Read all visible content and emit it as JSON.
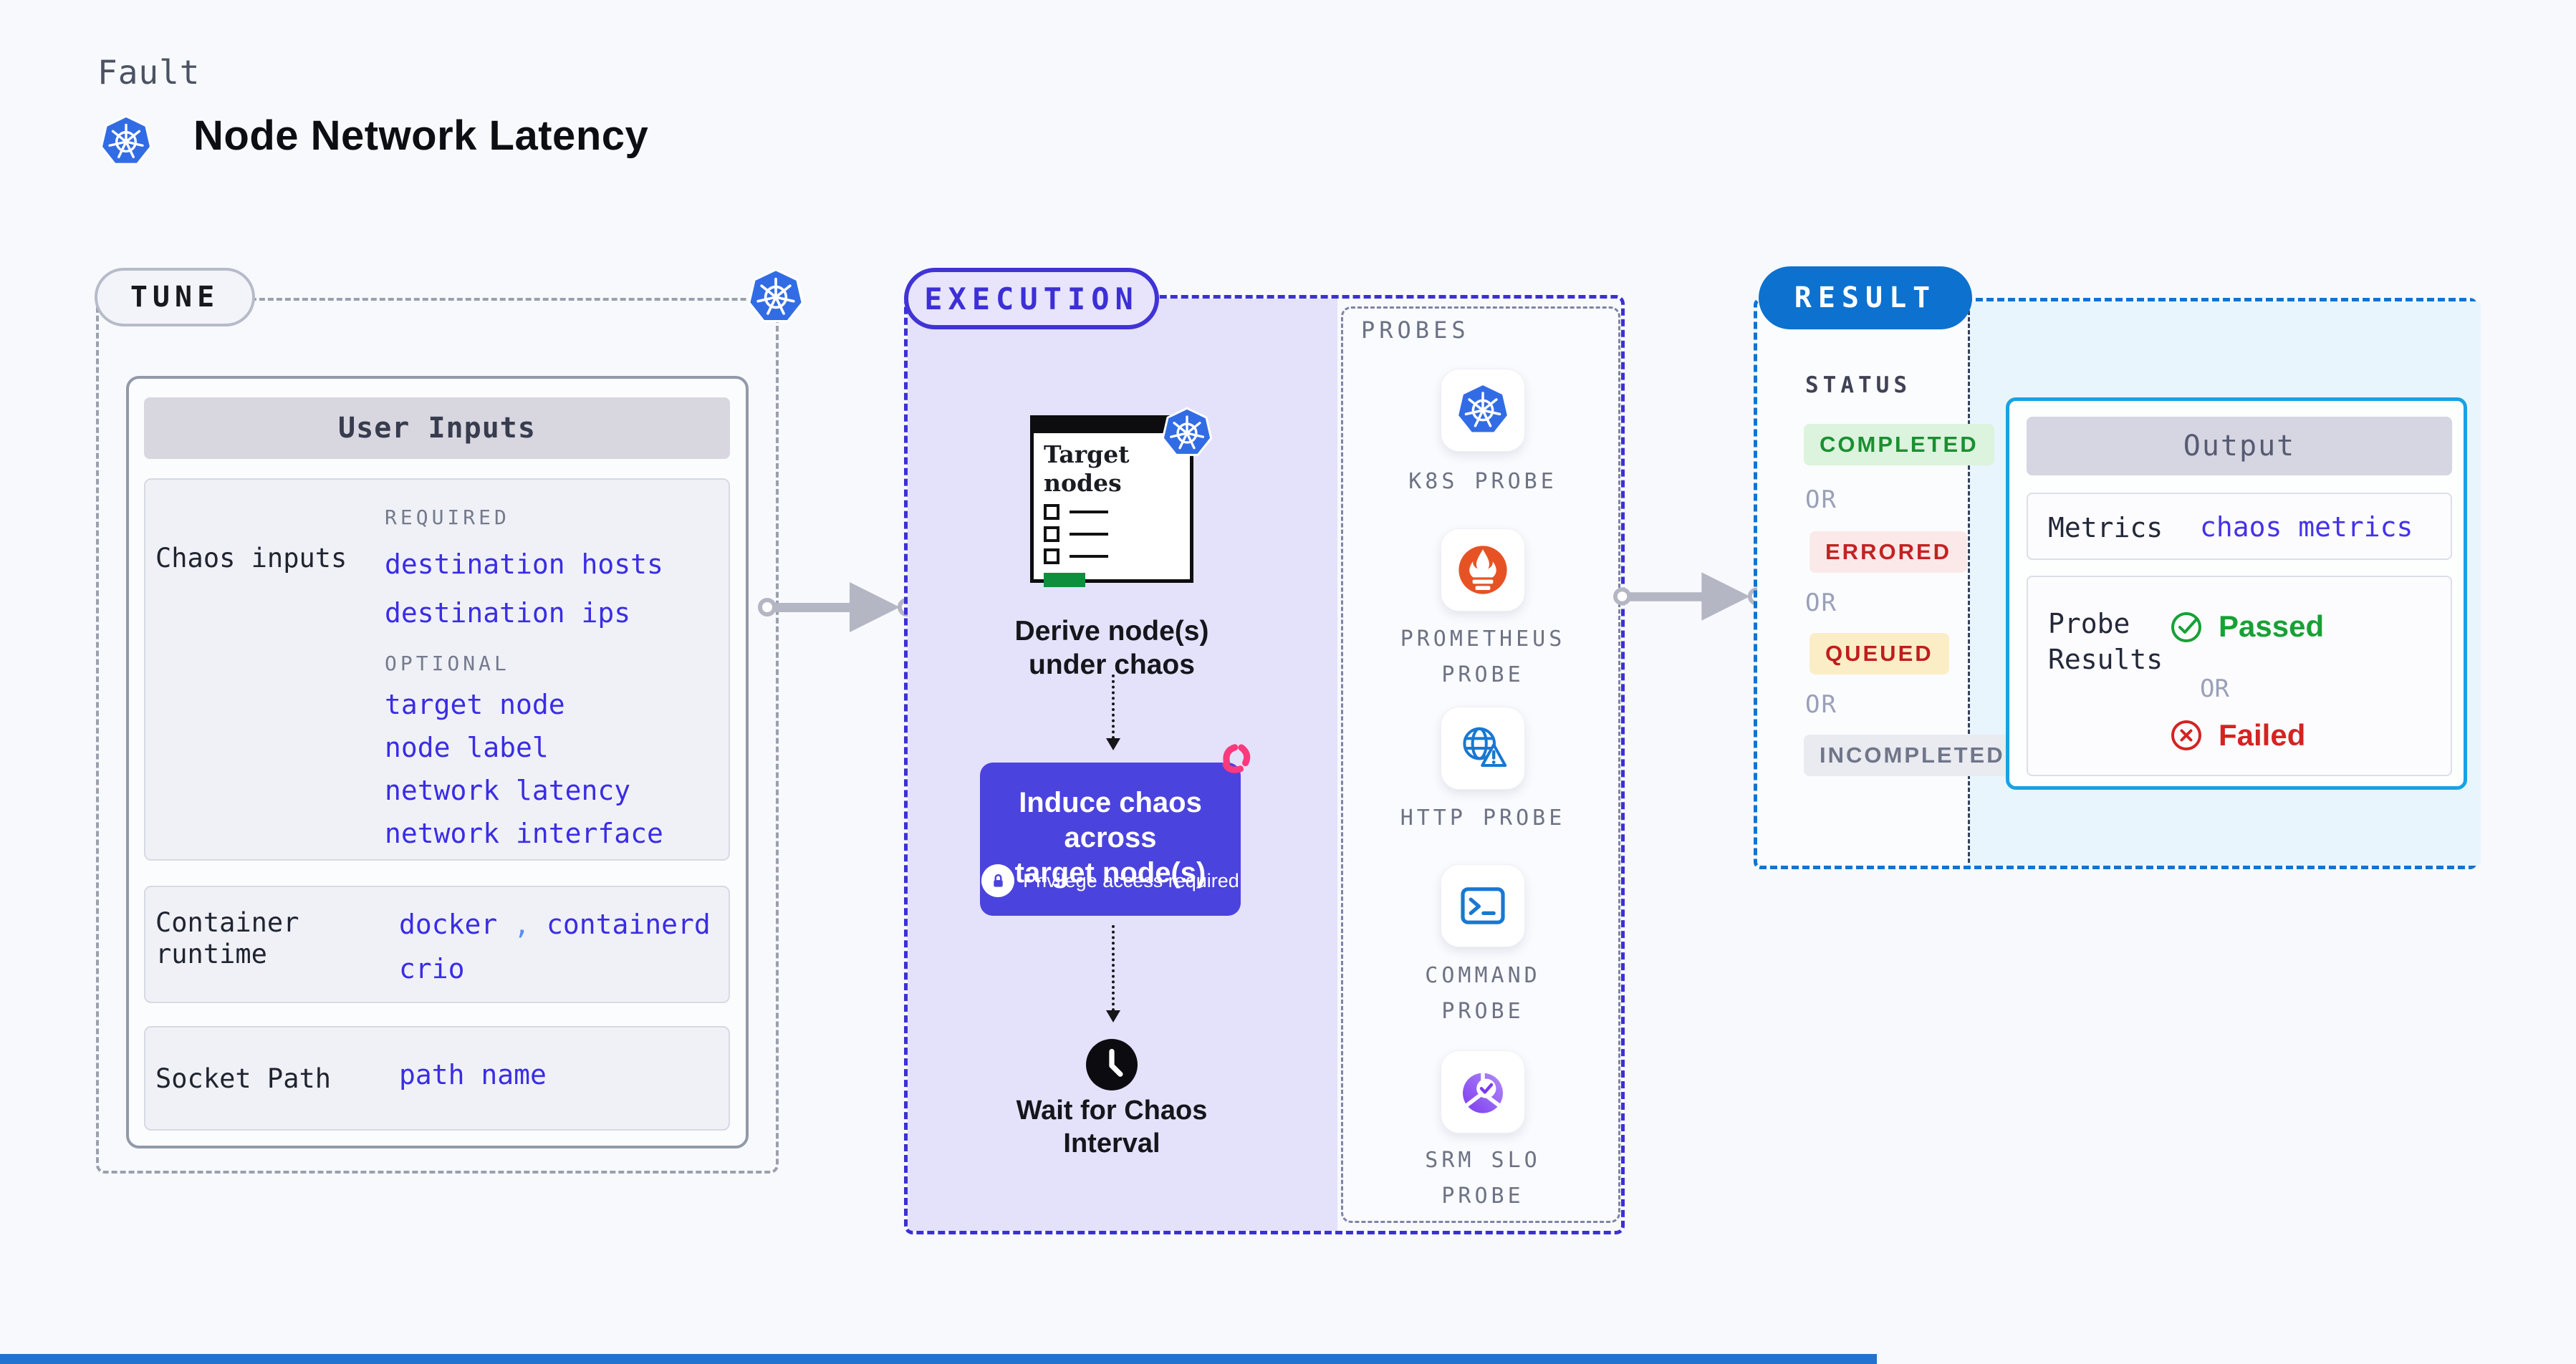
{
  "page": {
    "kicker": "Fault",
    "title": "Node Network Latency"
  },
  "colors": {
    "background": "#f8f9fc",
    "indigo_accent": "#4033d6",
    "link_blue": "#3a2de4",
    "lavender_fill": "#e4e1fa",
    "induce_box": "#4b43dd",
    "litmus_pink": "#fb3a7d",
    "kubernetes_blue": "#326ce5",
    "result_blue": "#0d71cf",
    "output_cyan": "#17a3e2",
    "passed_green": "#17a135",
    "failed_red": "#d42323",
    "target_button_green": "#0e8f3d"
  },
  "tune": {
    "badge": "TUNE",
    "panel_title": "User Inputs",
    "chaos_row": {
      "label": "Chaos inputs",
      "required_label": "REQUIRED",
      "required_items": [
        "destination hosts",
        "destination ips"
      ],
      "optional_label": "OPTIONAL",
      "optional_items": [
        "target node",
        "node label",
        "network latency",
        "network interface"
      ]
    },
    "runtime_row": {
      "label": "Container runtime",
      "value1": "docker",
      "separator": ",",
      "value2": "containerd",
      "value3": "crio"
    },
    "socket_row": {
      "label": "Socket Path",
      "value": "path name"
    }
  },
  "execution": {
    "badge": "EXECUTION",
    "target_nodes_title": "Target nodes",
    "derive_line1": "Derive node(s)",
    "derive_line2": "under chaos",
    "induce_line1": "Induce chaos across",
    "induce_line2": "target node(s)",
    "privilege_label": "Privilege access required",
    "wait_line1": "Wait for Chaos",
    "wait_line2": "Interval",
    "probes_title": "PROBES",
    "probes": [
      {
        "name": "K8S PROBE",
        "icon": "kubernetes-icon"
      },
      {
        "name": "PROMETHEUS PROBE",
        "icon": "prometheus-icon"
      },
      {
        "name": "HTTP PROBE",
        "icon": "globe-alert-icon"
      },
      {
        "name": "COMMAND PROBE",
        "icon": "terminal-icon"
      },
      {
        "name": "SRM SLO PROBE",
        "icon": "slo-donut-icon"
      }
    ]
  },
  "result": {
    "badge": "RESULT",
    "status_label": "STATUS",
    "or_label": "OR",
    "statuses": [
      {
        "label": "COMPLETED",
        "state": "completed",
        "text_color": "#1b8f31",
        "bg_color": "#dcf3de"
      },
      {
        "label": "ERRORED",
        "state": "errored",
        "text_color": "#c32222",
        "bg_color": "#fbe9e9"
      },
      {
        "label": "QUEUED",
        "state": "queued",
        "text_color": "#bf1e1e",
        "bg_color": "#fbeec6"
      },
      {
        "label": "INCOMPLETED",
        "state": "incompleted",
        "text_color": "#707689",
        "bg_color": "#e9ebf1"
      }
    ],
    "output": {
      "title": "Output",
      "metrics_label": "Metrics",
      "metrics_value": "chaos metrics",
      "probe_results_label": "Probe Results",
      "passed_label": "Passed",
      "failed_label": "Failed"
    }
  }
}
